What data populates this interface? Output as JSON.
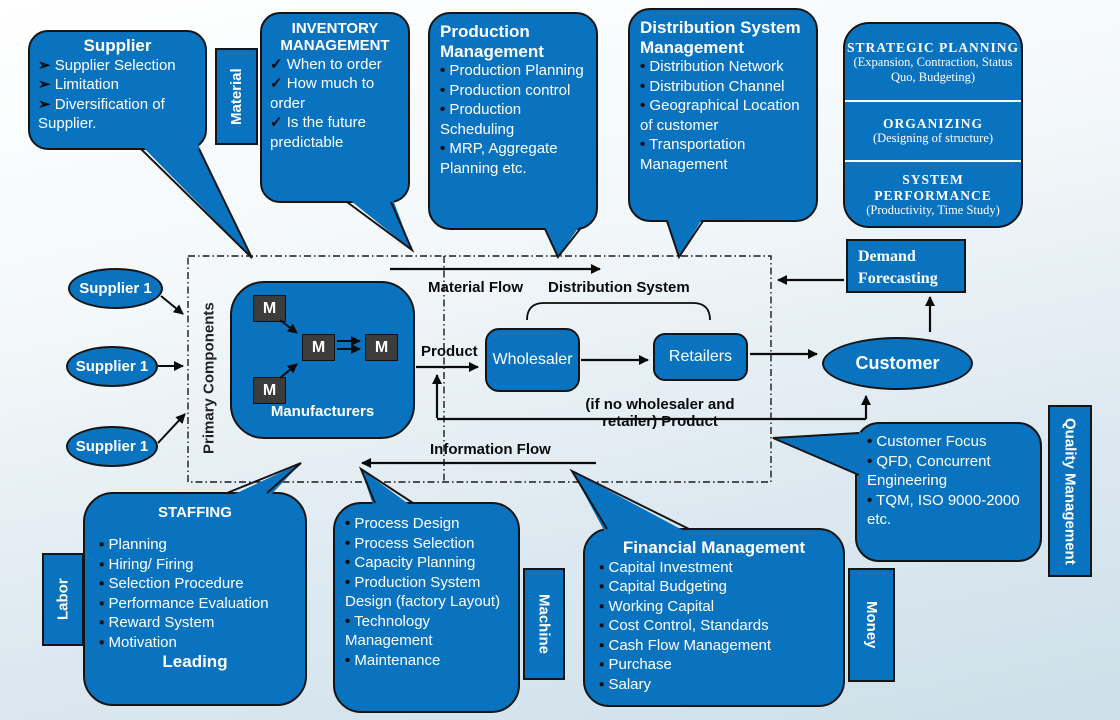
{
  "callouts": {
    "supplier": {
      "title": "Supplier",
      "bullet": "➢",
      "items": [
        "Supplier Selection",
        "Limitation",
        "Diversification of Supplier."
      ]
    },
    "inventory": {
      "title": "INVENTORY MANAGEMENT",
      "bullet": "✓",
      "items": [
        "When to order",
        "How much to order",
        "Is the future predictable"
      ]
    },
    "production": {
      "title": "Production Management",
      "bullet": "•",
      "items": [
        "Production Planning",
        "Production control",
        "Production Scheduling",
        "MRP, Aggregate Planning etc."
      ]
    },
    "distribution": {
      "title": "Distribution System Management",
      "bullet": "•",
      "items": [
        "Distribution Network",
        "Distribution Channel",
        "Geographical Location of customer",
        "Transportation Management"
      ]
    },
    "staffing": {
      "title": "STAFFING",
      "bullet": "▪",
      "items": [
        "Planning",
        "Hiring/ Firing",
        "Selection Procedure",
        "Performance Evaluation",
        "Reward System",
        "Motivation"
      ],
      "footer": "Leading"
    },
    "process": {
      "bullet": "•",
      "items": [
        "Process Design",
        "Process Selection",
        "Capacity Planning",
        "Production System Design (factory Layout)",
        "Technology Management",
        "Maintenance"
      ]
    },
    "financial": {
      "title": "Financial Management",
      "bullet": "▪",
      "items": [
        "Capital Investment",
        "Capital Budgeting",
        "Working Capital",
        "Cost Control, Standards",
        "Cash Flow Management",
        "Purchase",
        "Salary"
      ]
    },
    "quality": {
      "bullet": "•",
      "items": [
        "Customer Focus",
        "QFD, Concurrent Engineering",
        "TQM, ISO 9000-2000 etc."
      ]
    }
  },
  "side_labels": {
    "material": "Material",
    "labor": "Labor",
    "machine": "Machine",
    "money": "Money",
    "quality": "Quality Management",
    "primary_components": "Primary Components"
  },
  "strategic_box": {
    "sections": [
      {
        "title": "STRATEGIC PLANNING",
        "subtitle": "(Expansion, Contraction, Status Quo, Budgeting)"
      },
      {
        "title": "ORGANIZING",
        "subtitle": "(Designing of structure)"
      },
      {
        "title": "SYSTEM PERFORMANCE",
        "subtitle": "(Productivity, Time Study)"
      }
    ]
  },
  "flow": {
    "suppliers": [
      "Supplier 1",
      "Supplier 1",
      "Supplier 1"
    ],
    "m_label": "M",
    "manufacturers": "Manufacturers",
    "material_flow": "Material Flow",
    "distribution_system": "Distribution System",
    "product": "Product",
    "wholesaler": "Wholesaler",
    "retailers": "Retailers",
    "customer": "Customer",
    "demand_forecasting": "Demand Forecasting",
    "if_no_line1": "(if no wholesaler and",
    "if_no_line2": "retailer) Product",
    "information_flow": "Information Flow"
  },
  "colors": {
    "primary_blue": "#0a73c0",
    "dark_square": "#3c3c3c",
    "outline": "#151515"
  }
}
